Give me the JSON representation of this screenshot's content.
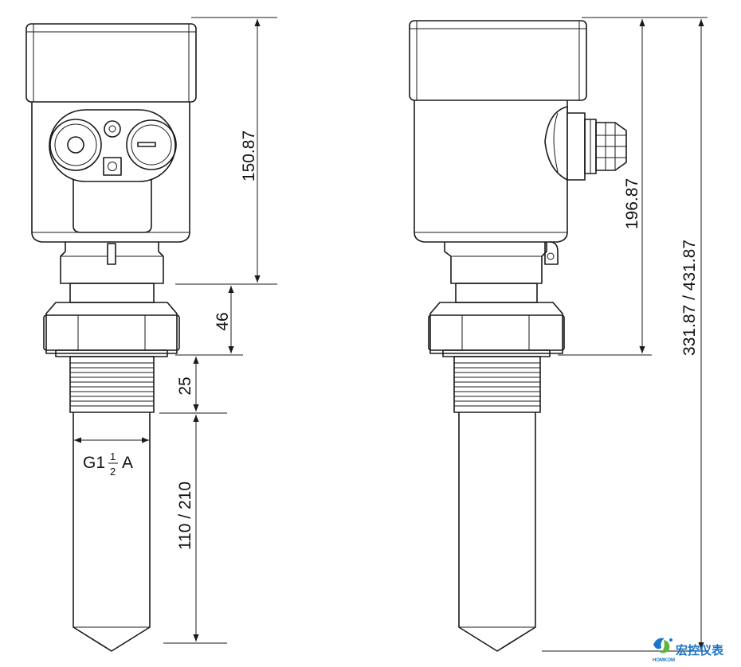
{
  "drawing": {
    "front_view": {
      "dim_top": "150.87",
      "dim_neck": "46",
      "dim_thread": "25",
      "dim_rod": "110 / 210",
      "thread_label_main": "G1",
      "thread_label_num": "1",
      "thread_label_den": "2",
      "thread_label_suffix": "A"
    },
    "side_view": {
      "dim_height": "196.87",
      "dim_total": "331.87 / 431.87"
    }
  },
  "logo": {
    "text_cn": "宏控仪表",
    "text_en": "HOMKOM",
    "color": "#1b75c9"
  }
}
